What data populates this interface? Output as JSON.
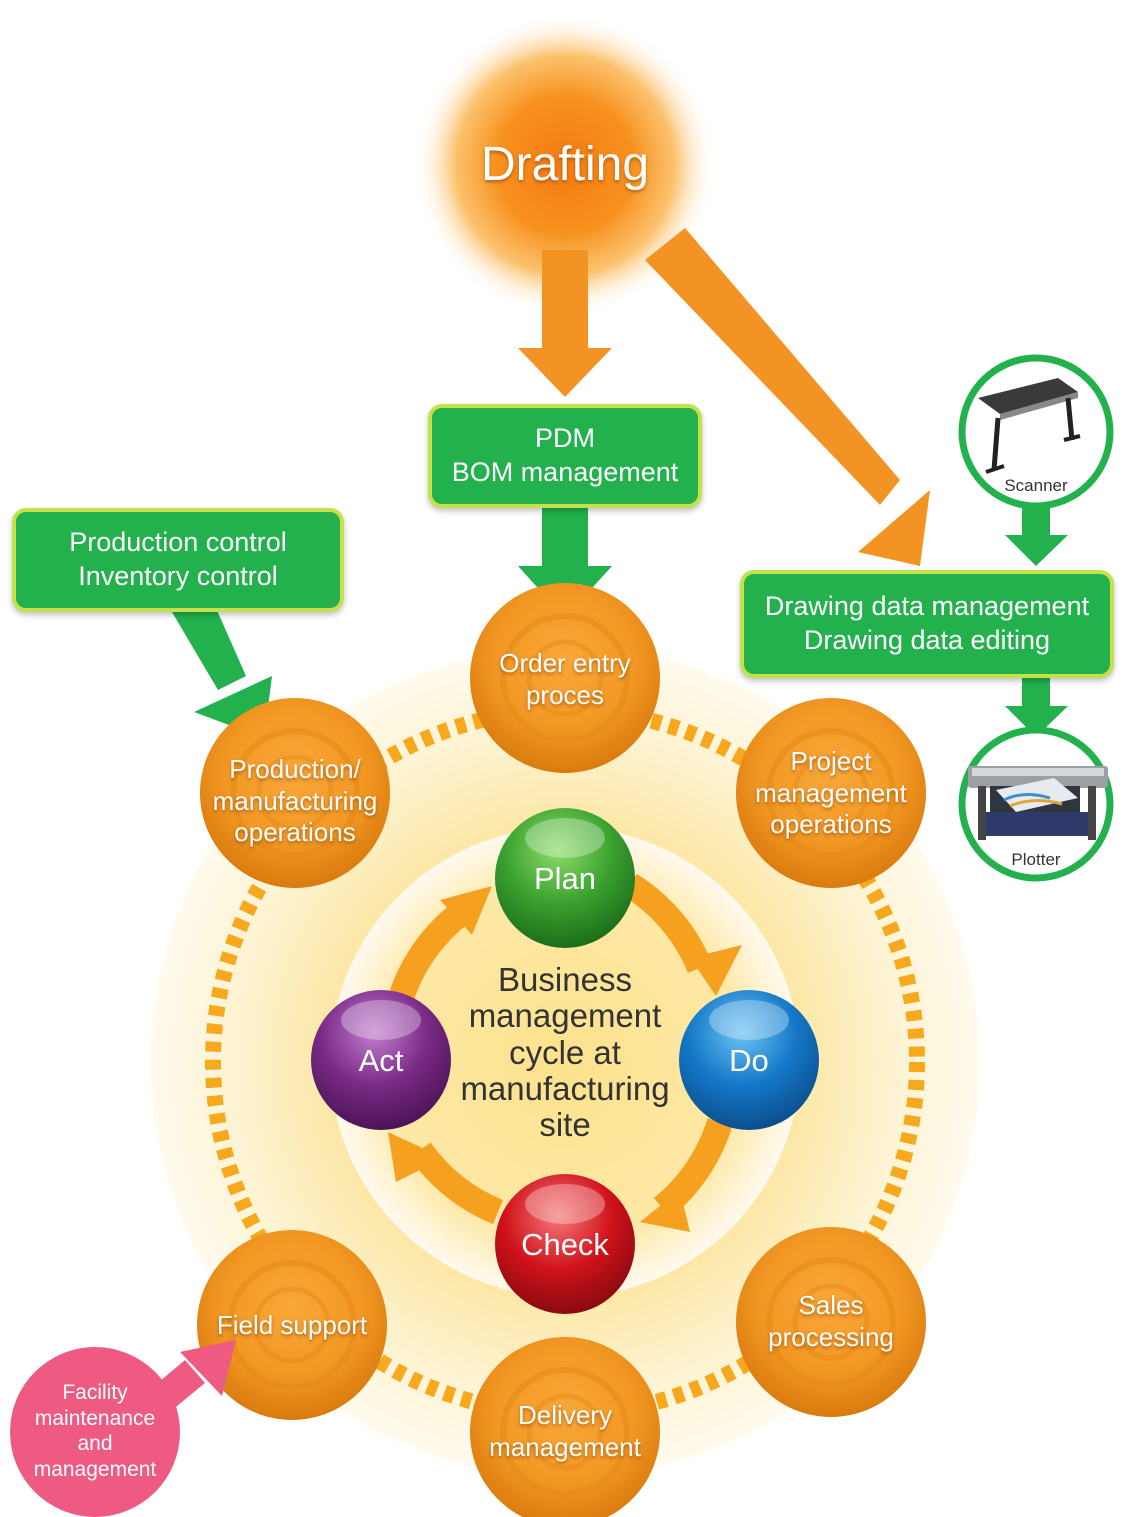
{
  "drafting": {
    "label": "Drafting"
  },
  "green_boxes": {
    "pdm": {
      "lines": [
        "PDM",
        "BOM management"
      ]
    },
    "production_control": {
      "lines": [
        "Production control",
        "Inventory control"
      ]
    },
    "drawing_data": {
      "lines": [
        "Drawing data management",
        "Drawing data editing"
      ]
    }
  },
  "devices": {
    "scanner": {
      "label": "Scanner",
      "icon": "scanner-icon"
    },
    "plotter": {
      "label": "Plotter",
      "icon": "plotter-icon"
    }
  },
  "operations": [
    {
      "id": "order-entry",
      "lines": [
        "Order entry",
        "proces"
      ]
    },
    {
      "id": "project-management",
      "lines": [
        "Project",
        "management",
        "operations"
      ]
    },
    {
      "id": "sales-processing",
      "lines": [
        "Sales",
        "processing"
      ]
    },
    {
      "id": "delivery-management",
      "lines": [
        "Delivery",
        "management"
      ]
    },
    {
      "id": "field-support",
      "lines": [
        "Field support"
      ]
    },
    {
      "id": "production-manufacturing",
      "lines": [
        "Production/",
        "manufacturing",
        "operations"
      ]
    }
  ],
  "pdca": {
    "plan": "Plan",
    "do": "Do",
    "check": "Check",
    "act": "Act"
  },
  "center": {
    "lines": [
      "Business",
      "management",
      "cycle at",
      "manufacturing",
      "site"
    ]
  },
  "facility": {
    "lines": [
      "Facility",
      "maintenance",
      "and",
      "management"
    ]
  },
  "colors": {
    "orange": "#f39324",
    "green": "#23b14d",
    "green_border": "#c4e04a",
    "plan": "#3aa12f",
    "do": "#1478c8",
    "check": "#d0121b",
    "act": "#7a2a86",
    "facility": "#ee5a82",
    "ring_dash": "#f7a81c"
  }
}
